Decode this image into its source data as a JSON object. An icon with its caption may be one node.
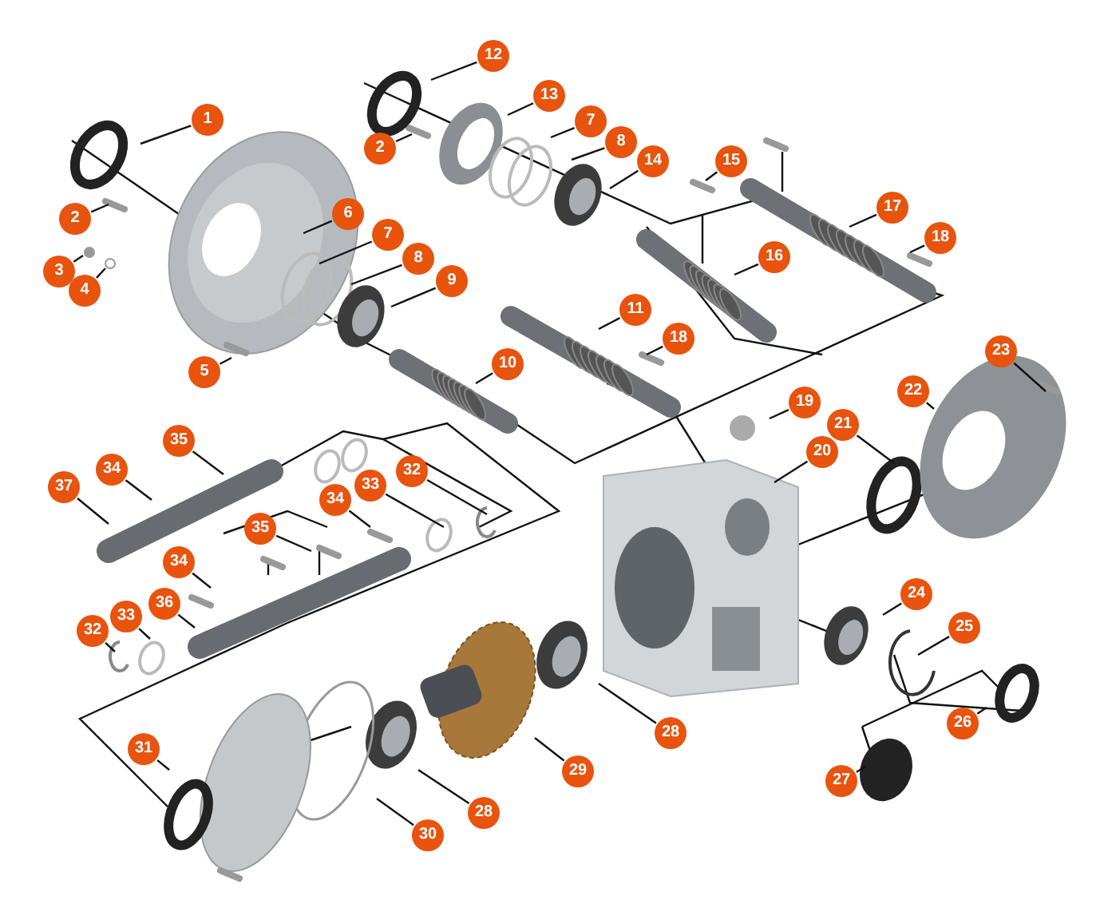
{
  "diagram": {
    "nodes": [
      {
        "text": [
          "12"
        ]
      },
      {
        "text": [
          "13"
        ]
      },
      {
        "text": [
          "1"
        ]
      },
      {
        "text": [
          "7"
        ]
      },
      {
        "text": [
          "8"
        ]
      },
      {
        "text": [
          "2"
        ]
      },
      {
        "text": [
          "14"
        ]
      },
      {
        "text": [
          "15"
        ]
      },
      {
        "text": [
          "17"
        ]
      },
      {
        "text": [
          "6"
        ]
      },
      {
        "text": [
          "2"
        ]
      },
      {
        "text": [
          "7"
        ]
      },
      {
        "text": [
          "18"
        ]
      },
      {
        "text": [
          "16"
        ]
      },
      {
        "text": [
          "8"
        ]
      },
      {
        "text": [
          "3"
        ]
      },
      {
        "text": [
          "9"
        ]
      },
      {
        "text": [
          "4"
        ]
      },
      {
        "text": [
          "11"
        ]
      },
      {
        "text": [
          "18"
        ]
      },
      {
        "text": [
          "23"
        ]
      },
      {
        "text": [
          "10"
        ]
      },
      {
        "text": [
          "5"
        ]
      },
      {
        "text": [
          "22"
        ]
      },
      {
        "text": [
          "19"
        ]
      },
      {
        "text": [
          "21"
        ]
      },
      {
        "text": [
          "35"
        ]
      },
      {
        "text": [
          "20"
        ]
      },
      {
        "text": [
          "32"
        ]
      },
      {
        "text": [
          "34"
        ]
      },
      {
        "text": [
          "37"
        ]
      },
      {
        "text": [
          "33"
        ]
      },
      {
        "text": [
          "34"
        ]
      },
      {
        "text": [
          "35"
        ]
      },
      {
        "text": [
          "34"
        ]
      },
      {
        "text": [
          "24"
        ]
      },
      {
        "text": [
          "36"
        ]
      },
      {
        "text": [
          "33"
        ]
      },
      {
        "text": [
          "25"
        ]
      },
      {
        "text": [
          "32"
        ]
      },
      {
        "text": [
          "26"
        ]
      },
      {
        "text": [
          "28"
        ]
      },
      {
        "text": [
          "31"
        ]
      },
      {
        "text": [
          "29"
        ]
      },
      {
        "text": [
          "27"
        ]
      },
      {
        "text": [
          "28"
        ]
      },
      {
        "text": [
          "30"
        ]
      }
    ],
    "edges": [
      {
        "from": 0,
        "to": null,
        "arrow": "none"
      },
      {
        "from": 1,
        "to": null,
        "arrow": "none"
      },
      {
        "from": 2,
        "to": null,
        "arrow": "none"
      },
      {
        "from": 3,
        "to": null,
        "arrow": "none"
      },
      {
        "from": 4,
        "to": null,
        "arrow": "none"
      },
      {
        "from": 5,
        "to": null,
        "arrow": "none"
      },
      {
        "from": 6,
        "to": null,
        "arrow": "none"
      },
      {
        "from": 7,
        "to": null,
        "arrow": "none"
      },
      {
        "from": 8,
        "to": null,
        "arrow": "none"
      },
      {
        "from": 9,
        "to": null,
        "arrow": "none"
      },
      {
        "from": 10,
        "to": null,
        "arrow": "none"
      },
      {
        "from": 11,
        "to": null,
        "arrow": "none"
      },
      {
        "from": 12,
        "to": null,
        "arrow": "none"
      },
      {
        "from": 13,
        "to": null,
        "arrow": "none"
      },
      {
        "from": 14,
        "to": null,
        "arrow": "none"
      },
      {
        "from": 15,
        "to": null,
        "arrow": "none"
      },
      {
        "from": 16,
        "to": null,
        "arrow": "none"
      },
      {
        "from": 17,
        "to": null,
        "arrow": "none"
      },
      {
        "from": 18,
        "to": null,
        "arrow": "none"
      },
      {
        "from": 19,
        "to": null,
        "arrow": "none"
      },
      {
        "from": 20,
        "to": null,
        "arrow": "none"
      },
      {
        "from": 21,
        "to": null,
        "arrow": "none"
      },
      {
        "from": 22,
        "to": null,
        "arrow": "none"
      },
      {
        "from": 23,
        "to": null,
        "arrow": "none"
      },
      {
        "from": 24,
        "to": null,
        "arrow": "none"
      },
      {
        "from": 25,
        "to": null,
        "arrow": "none"
      },
      {
        "from": 26,
        "to": null,
        "arrow": "none"
      },
      {
        "from": 27,
        "to": null,
        "arrow": "none"
      },
      {
        "from": 28,
        "to": null,
        "arrow": "none"
      },
      {
        "from": 29,
        "to": null,
        "arrow": "none"
      },
      {
        "from": 30,
        "to": null,
        "arrow": "none"
      },
      {
        "from": 31,
        "to": null,
        "arrow": "none"
      },
      {
        "from": 32,
        "to": null,
        "arrow": "none"
      },
      {
        "from": 33,
        "to": null,
        "arrow": "none"
      },
      {
        "from": 34,
        "to": null,
        "arrow": "none"
      },
      {
        "from": 35,
        "to": null,
        "arrow": "none"
      },
      {
        "from": 36,
        "to": null,
        "arrow": "none"
      },
      {
        "from": 37,
        "to": null,
        "arrow": "none"
      },
      {
        "from": 38,
        "to": null,
        "arrow": "none"
      },
      {
        "from": 39,
        "to": null,
        "arrow": "none"
      },
      {
        "from": 40,
        "to": null,
        "arrow": "none"
      },
      {
        "from": 41,
        "to": null,
        "arrow": "none"
      },
      {
        "from": 42,
        "to": null,
        "arrow": "none"
      },
      {
        "from": 43,
        "to": null,
        "arrow": "none"
      },
      {
        "from": 44,
        "to": null,
        "arrow": "none"
      },
      {
        "from": 45,
        "to": null,
        "arrow": "none"
      },
      {
        "from": 46,
        "to": null,
        "arrow": "none"
      }
    ]
  }
}
